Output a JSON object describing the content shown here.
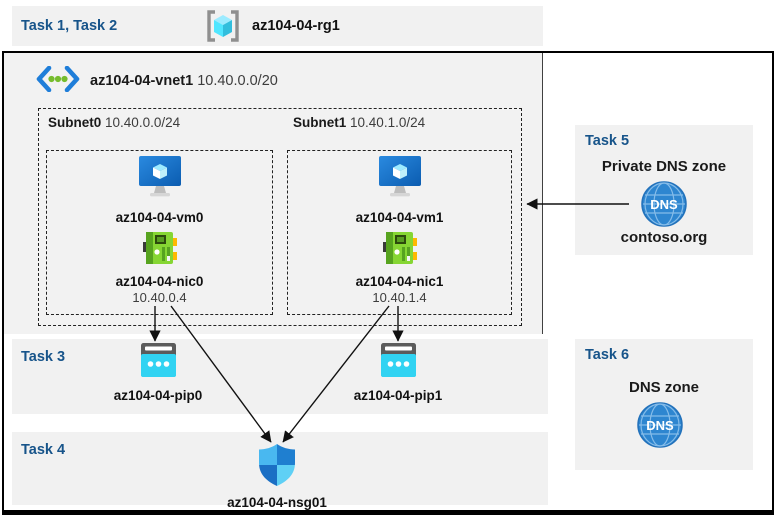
{
  "banner": {
    "tasks": "Task 1, Task 2",
    "rg": "az104-04-rg1"
  },
  "vnet": {
    "name": "az104-04-vnet1",
    "cidr": "10.40.0.0/20"
  },
  "sub0": {
    "name": "Subnet0",
    "cidr": "10.40.0.0/24",
    "vm": "az104-04-vm0",
    "nic": "az104-04-nic0",
    "ip": "10.40.0.4"
  },
  "sub1": {
    "name": "Subnet1",
    "cidr": "10.40.1.0/24",
    "vm": "az104-04-vm1",
    "nic": "az104-04-nic1",
    "ip": "10.40.1.4"
  },
  "t3": {
    "label": "Task 3",
    "pip0": "az104-04-pip0",
    "pip1": "az104-04-pip1"
  },
  "t4": {
    "label": "Task 4",
    "nsg": "az104-04-nsg01"
  },
  "t5": {
    "label": "Task 5",
    "title": "Private DNS zone",
    "zone": "contoso.org",
    "icon": "DNS"
  },
  "t6": {
    "label": "Task 6",
    "title": "DNS zone",
    "icon": "DNS"
  },
  "colors": {
    "task_blue": "#17548a",
    "panel_gray": "#f1f1f1",
    "vnet_gray": "#f2f2f2",
    "azure_blue": "#1e7fd4",
    "cyan": "#32d4f5",
    "nic_green": "#86d633",
    "dns_blue": "#2e86d0",
    "dot_green": "#76bc2d"
  }
}
